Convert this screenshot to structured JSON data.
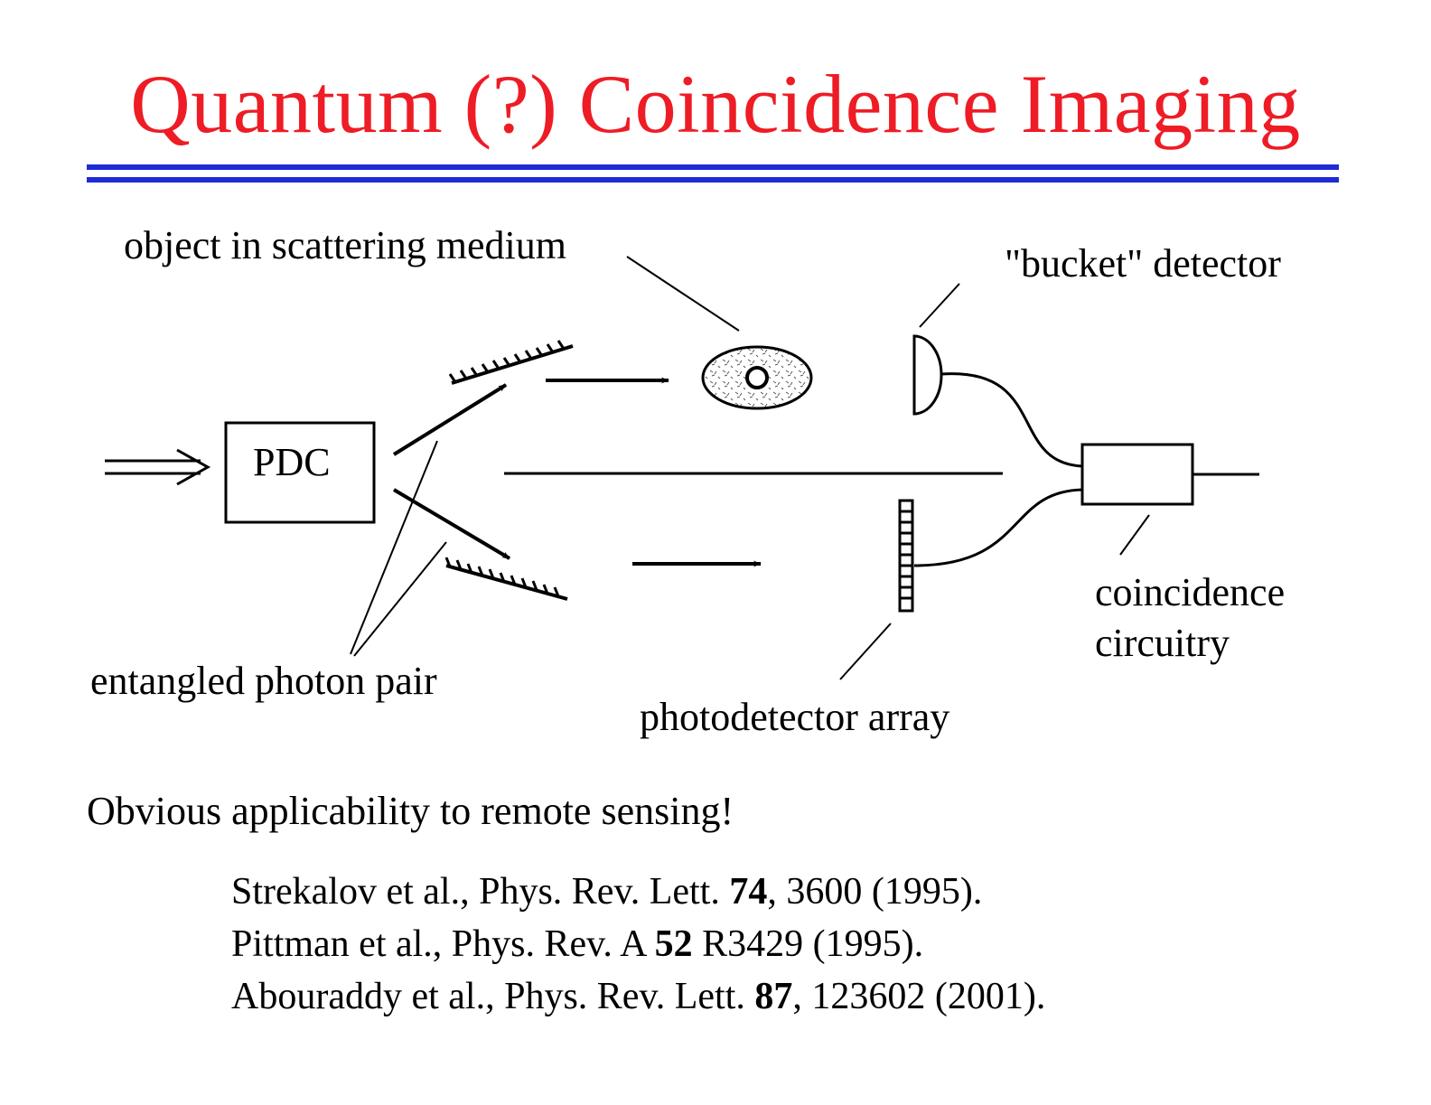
{
  "slide": {
    "title": "Quantum (?) Coincidence Imaging",
    "title_color": "#ee1c25",
    "rule_color": "#1f2bd6"
  },
  "diagram": {
    "labels": {
      "object": "object in scattering medium",
      "bucket": "\"bucket\" detector",
      "pdc": "PDC",
      "pair": "entangled photon pair",
      "array": "photodetector array",
      "coinc_line1": "coincidence",
      "coinc_line2": "circuitry"
    }
  },
  "note": "Obvious applicability to remote sensing!",
  "references": [
    {
      "authors": "Strekalov et al., Phys. Rev. Lett. ",
      "volume": "74",
      "rest": ", 3600 (1995)."
    },
    {
      "authors": "Pittman et al., Phys. Rev. A ",
      "volume": "52",
      "rest": " R3429 (1995)."
    },
    {
      "authors": "Abouraddy et al., Phys. Rev. Lett. ",
      "volume": "87",
      "rest": ", 123602 (2001)."
    }
  ]
}
